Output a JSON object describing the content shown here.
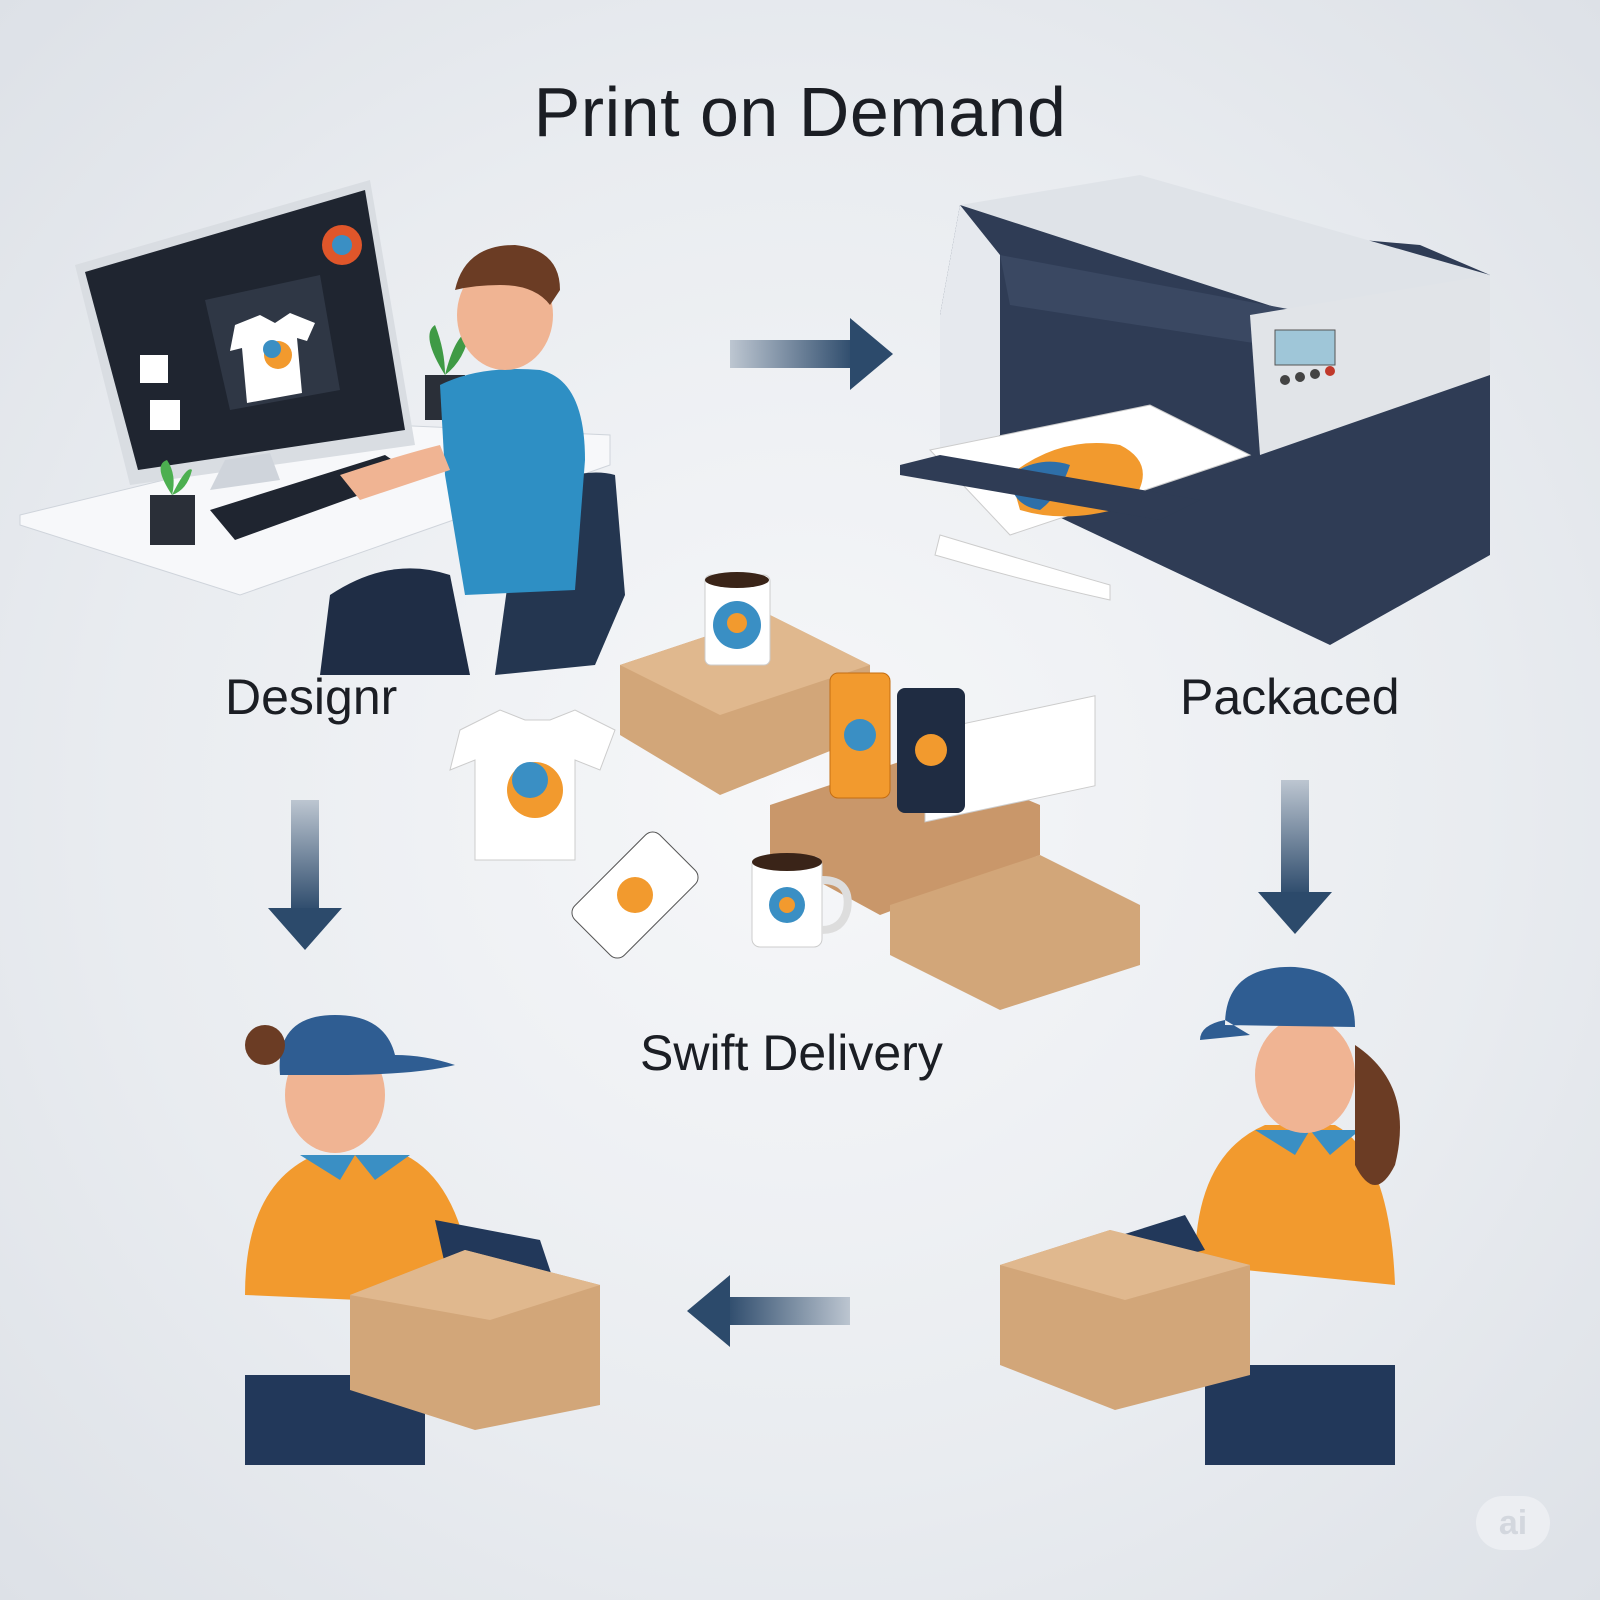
{
  "title": "Print on Demand",
  "steps": [
    {
      "label": "Designr"
    },
    {
      "label": "Packaced"
    },
    {
      "label": "Swift Delivery"
    }
  ],
  "watermark": "ai",
  "colors": {
    "arrow": "#2c4a6b",
    "accent_orange": "#f29a2e",
    "accent_blue": "#3a8fc4",
    "box": "#d2a679",
    "navy": "#243650"
  }
}
